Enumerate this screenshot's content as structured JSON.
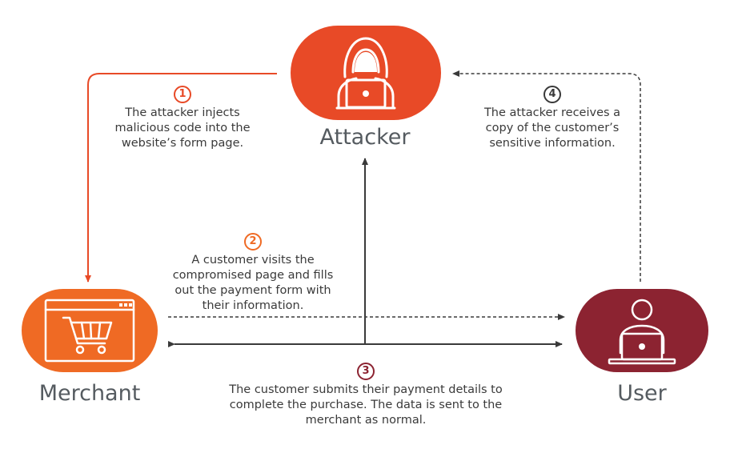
{
  "nodes": {
    "attacker": {
      "label": "Attacker",
      "color": "#e84a27"
    },
    "merchant": {
      "label": "Merchant",
      "color": "#ef6a24"
    },
    "user": {
      "label": "User",
      "color": "#8c2331"
    }
  },
  "steps": [
    {
      "number": "1",
      "text": "The attacker injects malicious code into the website’s form page.",
      "color": "#e84a27"
    },
    {
      "number": "2",
      "text": "A customer visits the compromised page and fills out the payment form with their information.",
      "color": "#ef6a24"
    },
    {
      "number": "3",
      "text": "The customer submits their payment details to complete the purchase. The data is sent to the merchant as normal.",
      "color": "#8c2331"
    },
    {
      "number": "4",
      "text": "The attacker receives a copy of the customer’s sensitive information.",
      "color": "#3a3a3a"
    }
  ]
}
